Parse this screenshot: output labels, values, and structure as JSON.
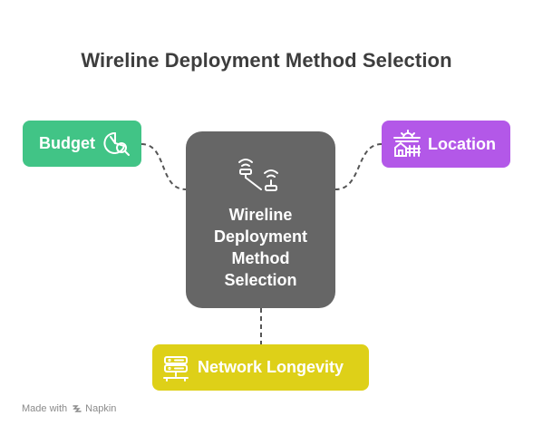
{
  "title": "Wireline Deployment Method Selection",
  "center": {
    "label_lines": [
      "Wireline",
      "Deployment",
      "Method",
      "Selection"
    ],
    "icon": "wireless-router-icon",
    "color": "#666666"
  },
  "nodes": {
    "budget": {
      "label": "Budget",
      "icon": "budget-chart-search-icon",
      "color": "#41c486"
    },
    "location": {
      "label": "Location",
      "icon": "landscape-house-icon",
      "color": "#b358e8"
    },
    "network_longevity": {
      "label": "Network Longevity",
      "icon": "server-rack-icon",
      "color": "#ded018"
    }
  },
  "footer": {
    "made_with": "Made with",
    "brand": "Napkin",
    "brand_icon": "napkin-logo-icon"
  }
}
